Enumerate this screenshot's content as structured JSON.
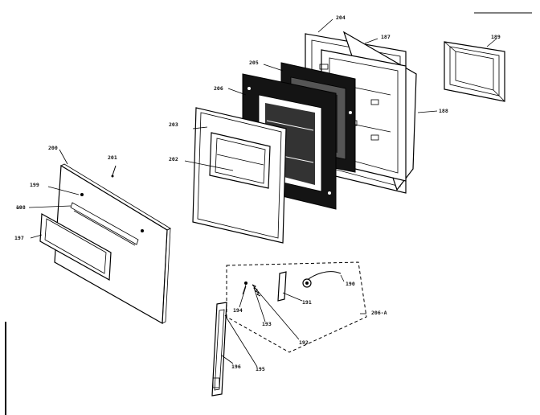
{
  "labels": {
    "p204": "204",
    "p187": "187",
    "p189": "189",
    "p205": "205",
    "p206": "206",
    "p203": "203",
    "p188": "188",
    "p202": "202",
    "p200": "200",
    "p201": "201",
    "p199": "199",
    "p198": "198",
    "p197": "197",
    "p190": "190",
    "p191": "191",
    "p194": "194",
    "p193": "193",
    "p192": "192",
    "p206a": "206-A",
    "p196": "196",
    "p195": "195"
  }
}
